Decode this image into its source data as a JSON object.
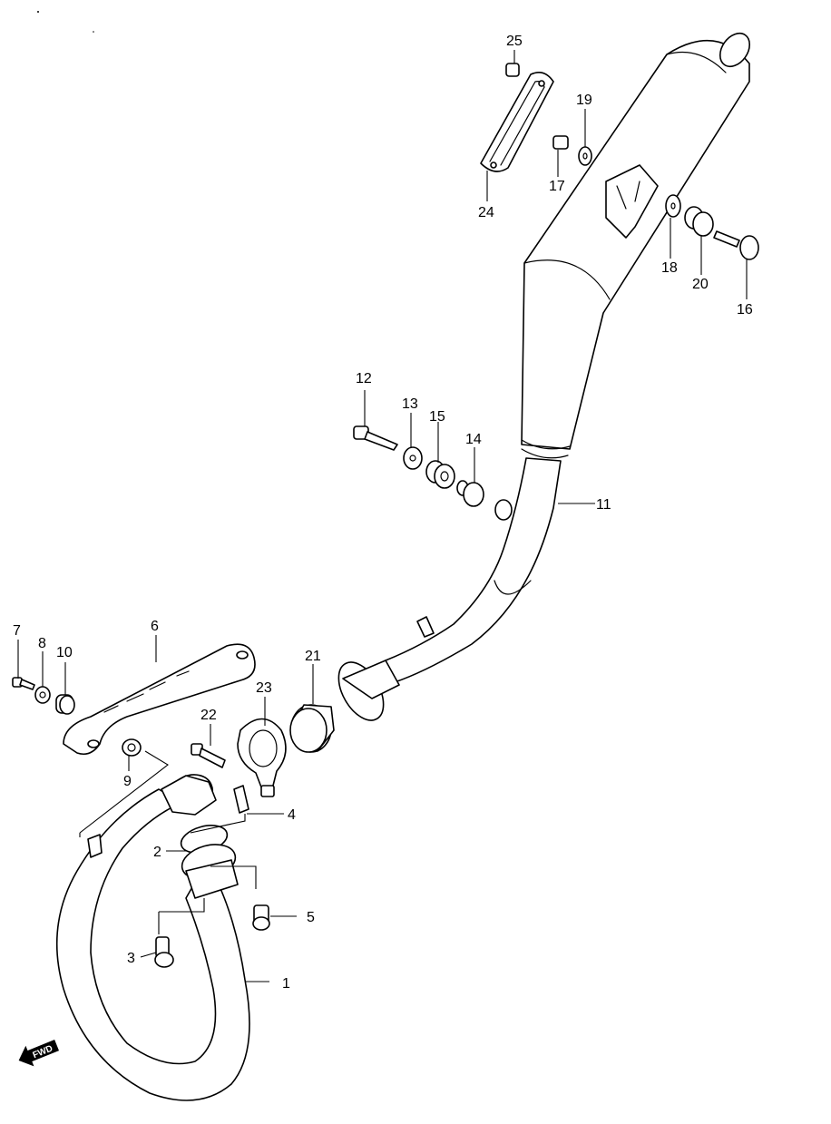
{
  "callouts": {
    "p1": "1",
    "p2": "2",
    "p3": "3",
    "p4": "4",
    "p5": "5",
    "p6": "6",
    "p7": "7",
    "p8": "8",
    "p9": "9",
    "p10": "10",
    "p11": "11",
    "p12": "12",
    "p13": "13",
    "p14": "14",
    "p15": "15",
    "p16": "16",
    "p17": "17",
    "p18": "18",
    "p19": "19",
    "p20": "20",
    "p21": "21",
    "p22": "22",
    "p23": "23",
    "p24": "24",
    "p25": "25"
  },
  "fwd_arrow": {
    "label": "FWD",
    "icon": "forward-arrow-icon"
  }
}
